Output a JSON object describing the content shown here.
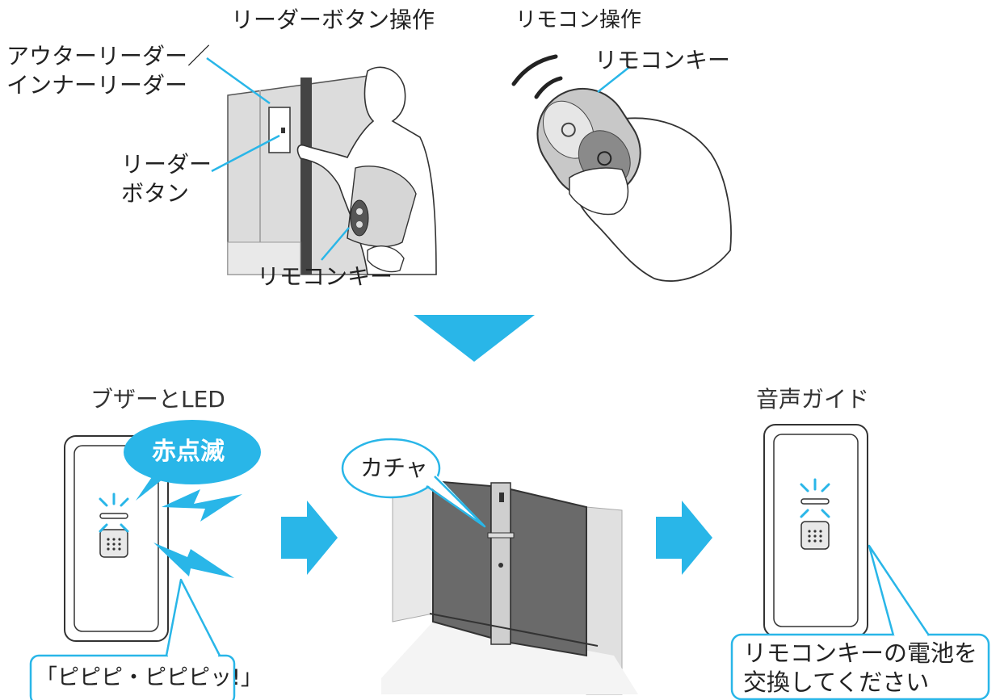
{
  "top": {
    "left_caption": "リーダーボタン操作",
    "right_caption": "リモコン操作",
    "reader_label": "アウターリーダー／\nインナーリーダー",
    "button_label": "リーダー\nボタン",
    "remote_key_label_left": "リモコンキー",
    "remote_key_label_right": "リモコンキー"
  },
  "bottom": {
    "buzzer_caption": "ブザーとLED",
    "blink_badge": "赤点滅",
    "click_bubble": "カチャ",
    "voice_caption": "音声ガイド",
    "beep_callout": "「ピピピ・ピピピッ!」",
    "voice_callout": "リモコンキーの電池を\n交換してください"
  },
  "colors": {
    "accent": "#29b6e8",
    "dark_gray": "#5a5a5a",
    "light_gray": "#d9d9d9"
  }
}
